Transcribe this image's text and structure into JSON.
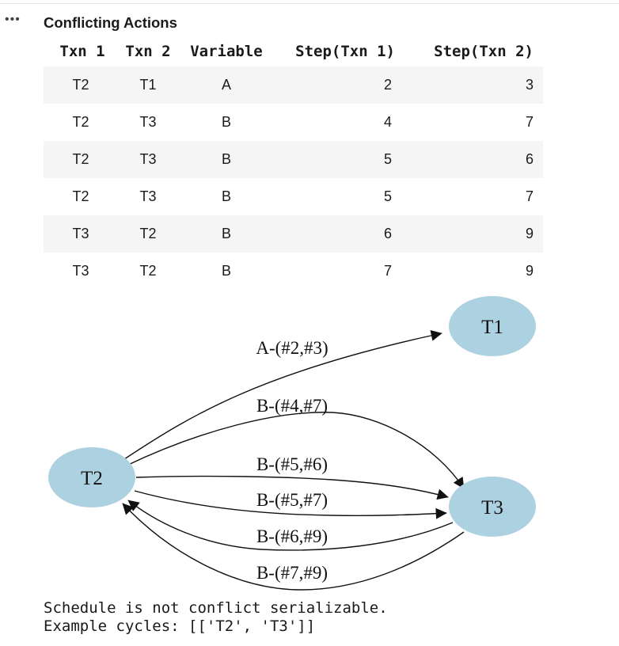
{
  "cell_menu_icon": "ellipsis-icon",
  "cell_menu_glyph": "•••",
  "output_title": "Conflicting Actions",
  "table": {
    "columns": [
      "Txn 1",
      "Txn 2",
      "Variable",
      "Step(Txn 1)",
      "Step(Txn 2)"
    ],
    "rows": [
      [
        "T2",
        "T1",
        "A",
        "2",
        "3"
      ],
      [
        "T2",
        "T3",
        "B",
        "4",
        "7"
      ],
      [
        "T2",
        "T3",
        "B",
        "5",
        "6"
      ],
      [
        "T2",
        "T3",
        "B",
        "5",
        "7"
      ],
      [
        "T3",
        "T2",
        "B",
        "6",
        "9"
      ],
      [
        "T3",
        "T2",
        "B",
        "7",
        "9"
      ]
    ]
  },
  "graph": {
    "node_color": "#acd1e0",
    "nodes": {
      "t1": "T1",
      "t2": "T2",
      "t3": "T3"
    },
    "edges": [
      {
        "from": "T2",
        "to": "T1",
        "label": "A-(#2,#3)"
      },
      {
        "from": "T2",
        "to": "T3",
        "label": "B-(#4,#7)"
      },
      {
        "from": "T2",
        "to": "T3",
        "label": "B-(#5,#6)"
      },
      {
        "from": "T2",
        "to": "T3",
        "label": "B-(#5,#7)"
      },
      {
        "from": "T3",
        "to": "T2",
        "label": "B-(#6,#9)"
      },
      {
        "from": "T3",
        "to": "T2",
        "label": "B-(#7,#9)"
      }
    ]
  },
  "result_lines": [
    "Schedule is not conflict serializable.",
    "Example cycles: [['T2', 'T3']]"
  ]
}
